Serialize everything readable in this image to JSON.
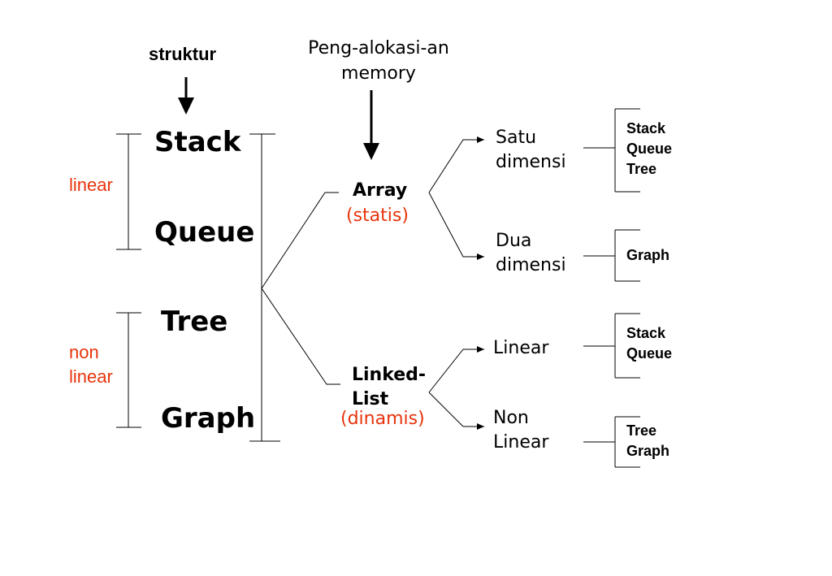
{
  "colors": {
    "line": "#000000",
    "accent": "#e8340c"
  },
  "header": {
    "struktur": "struktur",
    "memory_line1": "Peng-alokasi-an",
    "memory_line2": "memory"
  },
  "structures": [
    "Stack",
    "Queue",
    "Tree",
    "Graph"
  ],
  "groups": {
    "linear": "linear",
    "nonlinear_line1": "non",
    "nonlinear_line2": "linear"
  },
  "allocation": {
    "array": {
      "label": "Array",
      "type": "(statis)"
    },
    "linked": {
      "label_line1": "Linked-",
      "label_line2": "List",
      "type": "(dinamis)"
    }
  },
  "subtypes": {
    "satu": [
      "Satu",
      "dimensi"
    ],
    "dua": [
      "Dua",
      "dimensi"
    ],
    "linear": [
      "Linear"
    ],
    "nonlinear": [
      "Non",
      "Linear"
    ]
  },
  "leaves": {
    "satu": [
      "Stack",
      "Queue",
      "Tree"
    ],
    "dua": [
      "Graph"
    ],
    "linear": [
      "Stack",
      "Queue"
    ],
    "nonlinear": [
      "Tree",
      "Graph"
    ]
  }
}
